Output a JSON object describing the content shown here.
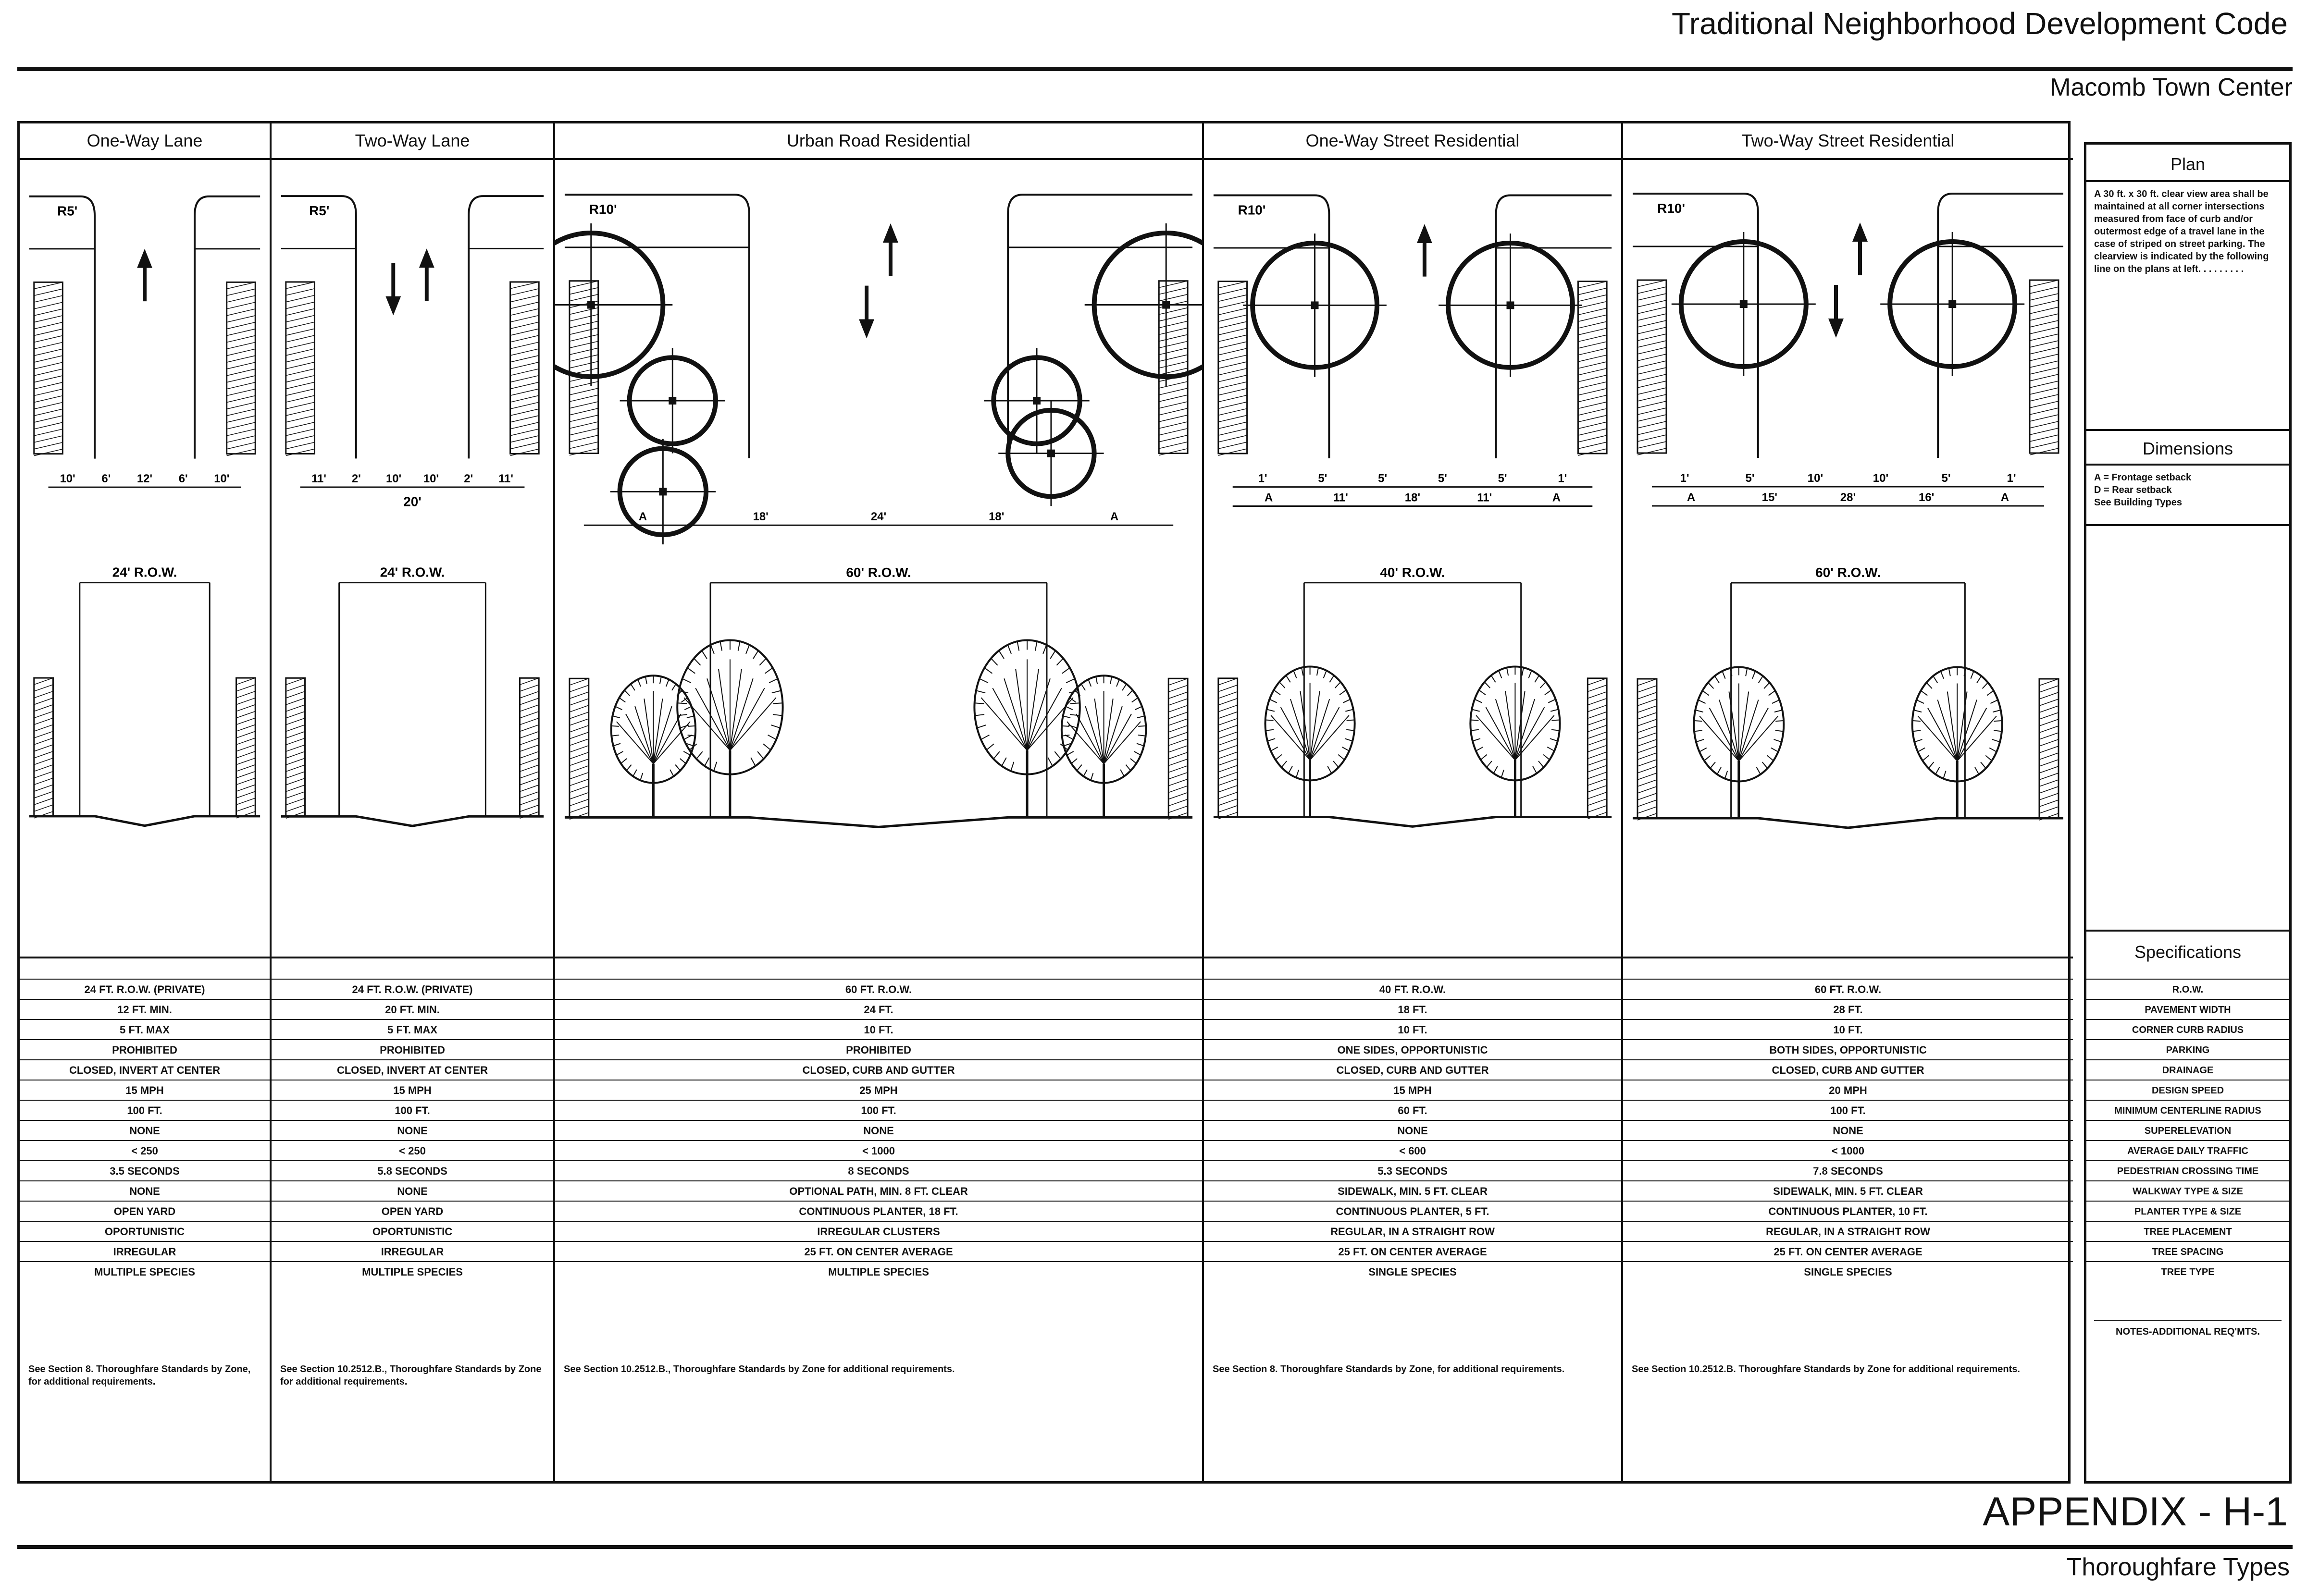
{
  "header": {
    "title": "Traditional Neighborhood Development Code",
    "subtitle": "Macomb Town Center"
  },
  "footer": {
    "appendix": "APPENDIX - H-1",
    "subtitle": "Thoroughfare Types"
  },
  "columns": [
    {
      "name": "One-Way Lane",
      "plan_labels": {
        "radius": "R5'",
        "dims": [
          "10'",
          "6'",
          "12'",
          "6'",
          "10'"
        ],
        "row": "24' R.O.W."
      },
      "specs": [
        "24 ft. R.O.W. (PRIVATE)",
        "12 ft. MIN.",
        "5 ft. MAX",
        "PROHIBITED",
        "CLOSED, INVERT AT CENTER",
        "15 MPH",
        "100 ft.",
        "NONE",
        "< 250",
        "3.5 SECONDS",
        "NONE",
        "OPEN YARD",
        "OPORTUNISTIC",
        "IRREGULAR",
        "MULTIPLE SPECIES"
      ],
      "notes": "See Section 8. Thoroughfare Standards by Zone, for additional requirements."
    },
    {
      "name": "Two-Way Lane",
      "plan_labels": {
        "radius": "R5'",
        "dims": [
          "11'",
          "2'",
          "10'",
          "10'",
          "2'",
          "11'"
        ],
        "width": "20'",
        "row": "24' R.O.W."
      },
      "specs": [
        "24 ft. R.O.W. (PRIVATE)",
        "20 ft. MIN.",
        "5 ft. MAX",
        "PROHIBITED",
        "CLOSED, INVERT AT CENTER",
        "15 MPH",
        "100 ft.",
        "NONE",
        "< 250",
        "5.8 SECONDS",
        "NONE",
        "OPEN YARD",
        "OPORTUNISTIC",
        "IRREGULAR",
        "MULTIPLE SPECIES"
      ],
      "notes": "See Section 10.2512.B., Thoroughfare Standards by Zone for additional requirements."
    },
    {
      "name": "Urban Road Residential",
      "plan_labels": {
        "radius": "R10'",
        "dims": [
          "A",
          "18'",
          "24'",
          "18'",
          "A"
        ],
        "row": "60' R.O.W."
      },
      "specs": [
        "60 ft. R.O.W.",
        "24 ft.",
        "10 ft.",
        "PROHIBITED",
        "CLOSED, CURB AND GUTTER",
        "25 MPH",
        "100 ft.",
        "NONE",
        "< 1000",
        "8 SECONDS",
        "OPTIONAL PATH, MIN. 8 ft. CLEAR",
        "CONTINUOUS PLANTER, 18 ft.",
        "IRREGULAR CLUSTERS",
        "25 ft. ON CENTER AVERAGE",
        "MULTIPLE SPECIES"
      ],
      "notes": "See Section 10.2512.B., Thoroughfare Standards by Zone for additional requirements."
    },
    {
      "name": "One-Way Street Residential",
      "plan_labels": {
        "radius": "R10'",
        "dims": [
          "1'",
          "5'",
          "5'",
          "5'",
          "5'",
          "1'"
        ],
        "dims2": [
          "A",
          "11'",
          "18'",
          "11'",
          "A"
        ],
        "row": "40' R.O.W."
      },
      "specs": [
        "40 ft. R.O.W.",
        "18 ft.",
        "10 ft.",
        "ONE SIDES, OPPORTUNISTIC",
        "CLOSED, CURB AND GUTTER",
        "15 MPH",
        "60 ft.",
        "NONE",
        "< 600",
        "5.3 SECONDS",
        "SIDEWALK, MIN. 5 ft. CLEAR",
        "CONTINUOUS PLANTER, 5 ft.",
        "REGULAR, IN A STRAIGHT ROW",
        "25 ft. ON CENTER AVERAGE",
        "SINGLE SPECIES"
      ],
      "notes": "See Section 8. Thoroughfare Standards by Zone, for additional requirements."
    },
    {
      "name": "Two-Way Street Residential",
      "plan_labels": {
        "radius": "R10'",
        "dims": [
          "1'",
          "5'",
          "10'",
          "10'",
          "5'",
          "1'"
        ],
        "dims2": [
          "A",
          "15'",
          "28'",
          "16'",
          "A"
        ],
        "row": "60' R.O.W."
      },
      "specs": [
        "60 ft. R.O.W.",
        "28 ft.",
        "10 ft.",
        "BOTH SIDES, OPPORTUNISTIC",
        "CLOSED, CURB AND GUTTER",
        "20 MPH",
        "100 ft.",
        "NONE",
        "< 1000",
        "7.8 SECONDS",
        "SIDEWALK, MIN. 5 ft. CLEAR",
        "CONTINUOUS PLANTER, 10 ft.",
        "REGULAR, IN A STRAIGHT ROW",
        "25 ft. ON CENTER AVERAGE",
        "SINGLE SPECIES"
      ],
      "notes": "See Section 10.2512.B. Thoroughfare Standards by Zone for additional requirements."
    }
  ],
  "sidebar": {
    "plan_title": "Plan",
    "plan_text": "A 30 ft. x 30 ft. clear view area shall be maintained at all corner intersections measured from face of curb and/or outermost edge of a travel lane in the case of striped on street parking. The clearview is indicated by the following line on the plans at left. . . . . . . . .",
    "dimensions_title": "Dimensions",
    "dimensions_text": "A = Frontage setback\nD = Rear setback\nSee Building Types",
    "specifications_title": "Specifications",
    "spec_labels": [
      "R.O.W.",
      "PAVEMENT WIDTH",
      "CORNER CURB RADIUS",
      "PARKING",
      "DRAINAGE",
      "DESIGN SPEED",
      "MINIMUM CENTERLINE RADIUS",
      "SUPERELEVATION",
      "AVERAGE DAILY TRAFFIC",
      "PEDESTRIAN CROSSING TIME",
      "WALKWAY TYPE & SIZE",
      "PLANTER TYPE & SIZE",
      "TREE PLACEMENT",
      "TREE SPACING",
      "TREE TYPE"
    ],
    "notes_label": "NOTES-ADDITIONAL REQ'MTS."
  }
}
